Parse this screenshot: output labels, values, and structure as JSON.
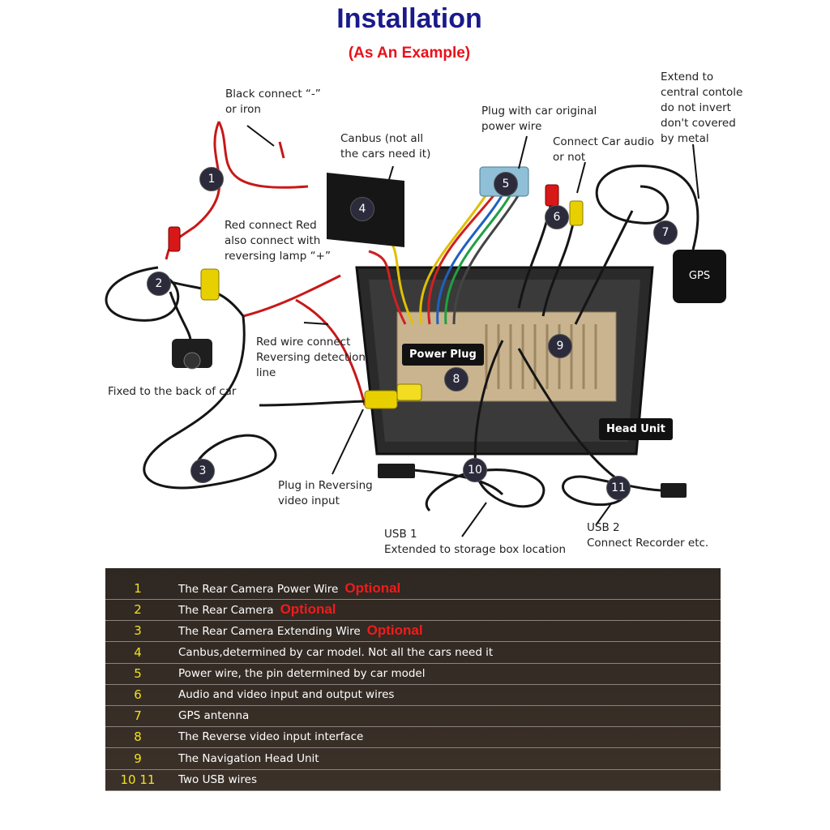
{
  "title": "Installation",
  "subtitle": "(As An Example)",
  "labels": {
    "black_connect": "Black connect “-”\nor iron",
    "canbus": "Canbus (not all\nthe cars need it)",
    "plug_car_original": "Plug with car original\npower wire",
    "connect_audio": "Connect Car audio\nor not",
    "extend_central": "Extend to\ncentral contole\ndo not invert\ndon't covered\nby metal",
    "red_connect": "Red connect Red\nalso connect with\nreversing lamp “+”",
    "red_wire": "Red wire connect\nReversing detection\nline",
    "fixed_back": "Fixed to the back of car",
    "plug_reversing": "Plug in Reversing\nvideo input",
    "usb1": "USB 1\nExtended to storage box location",
    "usb2": "USB 2\nConnect Recorder etc.",
    "power_plug": "Power Plug",
    "head_unit": "Head Unit",
    "gps": "GPS"
  },
  "markers": [
    "1",
    "2",
    "3",
    "4",
    "5",
    "6",
    "7",
    "8",
    "9",
    "10",
    "11"
  ],
  "legend": {
    "optional_word": "Optional",
    "rows": [
      {
        "num": "1",
        "text": "The Rear Camera Power Wire",
        "optional": true
      },
      {
        "num": "2",
        "text": "The Rear Camera",
        "optional": true
      },
      {
        "num": "3",
        "text": "The Rear Camera Extending Wire",
        "optional": true
      },
      {
        "num": "4",
        "text": "Canbus,determined by car model. Not all the cars need it",
        "optional": false
      },
      {
        "num": "5",
        "text": "Power wire, the pin determined by car model",
        "optional": false
      },
      {
        "num": "6",
        "text": "Audio and video input and output wires",
        "optional": false
      },
      {
        "num": "7",
        "text": "GPS antenna",
        "optional": false
      },
      {
        "num": "8",
        "text": "The Reverse video input interface",
        "optional": false
      },
      {
        "num": "9",
        "text": "The Navigation Head Unit",
        "optional": false
      },
      {
        "num": "10   11",
        "text": "Two USB wires",
        "optional": false
      }
    ]
  },
  "colors": {
    "title": "#1a1a8c",
    "subtitle": "#e8111a",
    "legend_bg": "#332a24",
    "legend_num": "#f2e21c",
    "optional": "#f01c1c"
  }
}
